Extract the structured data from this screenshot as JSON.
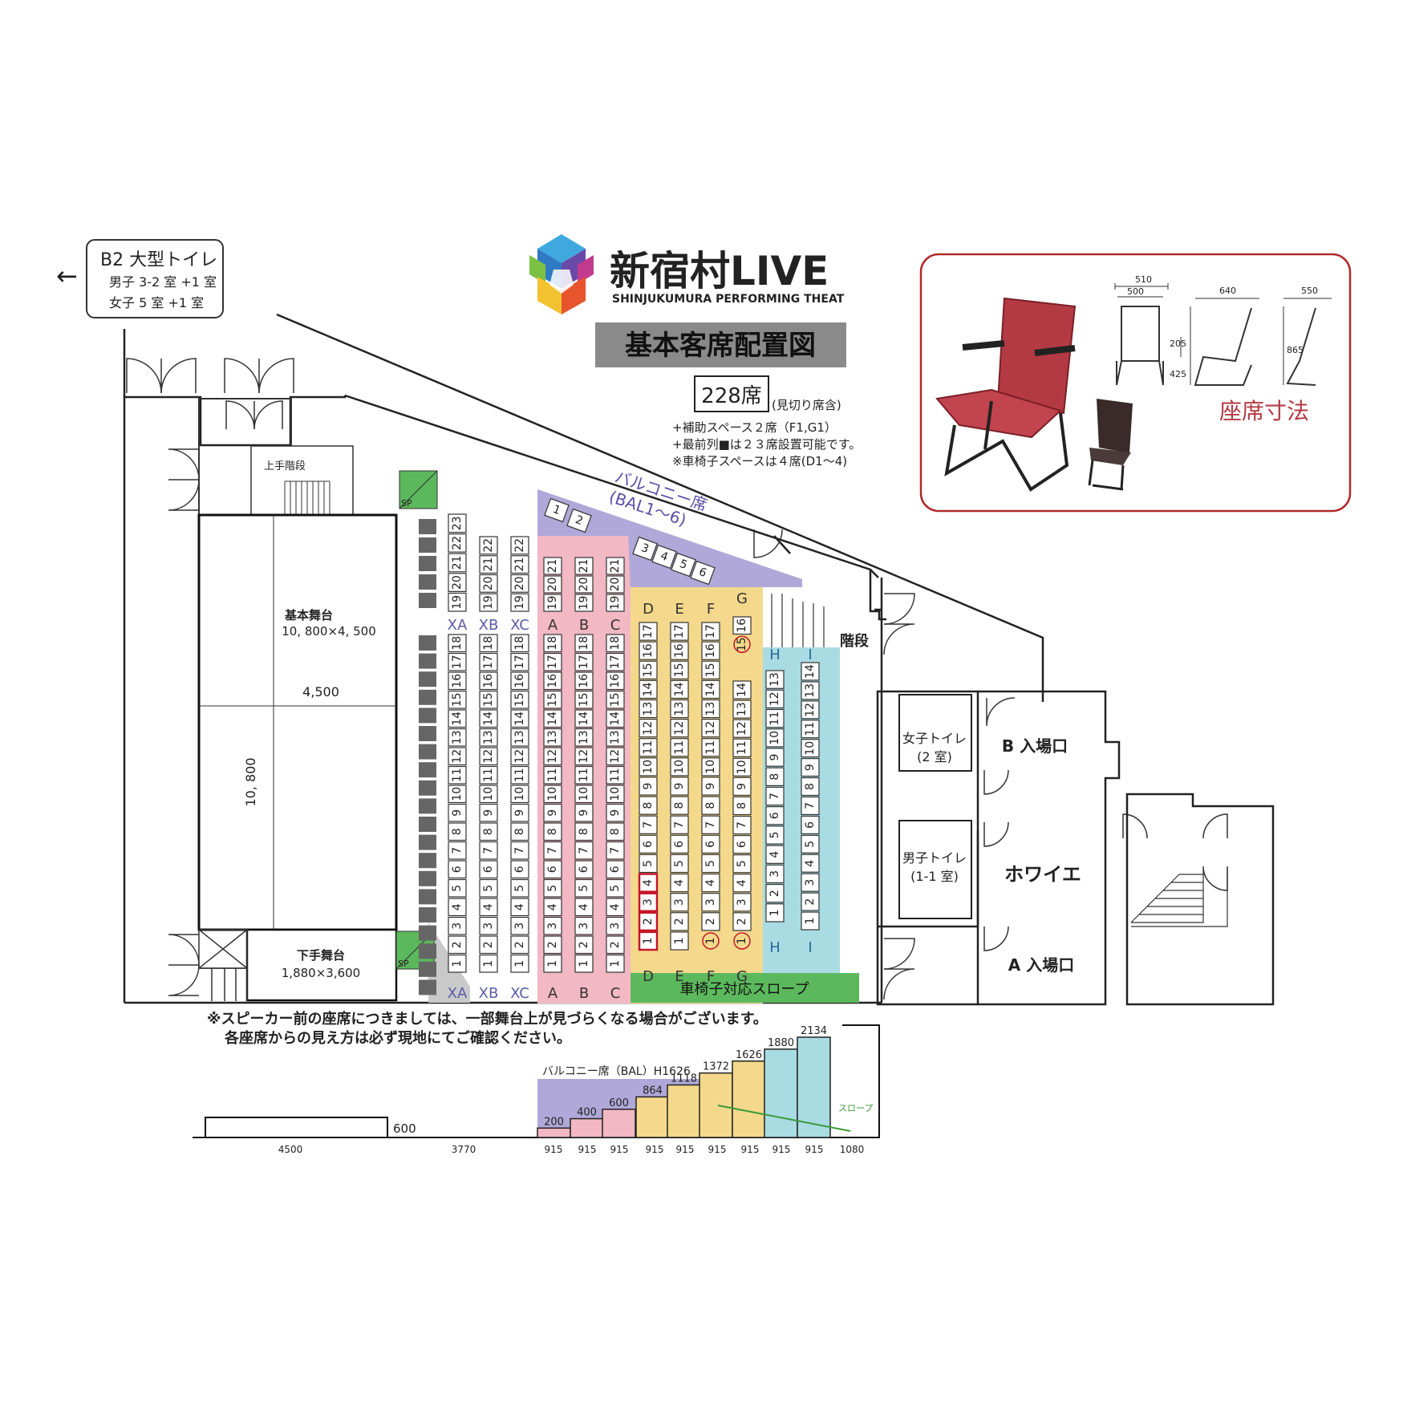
{
  "colors": {
    "pink": "#f2b8c4",
    "yellow": "#f4d98c",
    "cyan": "#a9dbe3",
    "purple": "#b0a8d8",
    "green": "#5cb85c",
    "gray_block": "#666666",
    "frame_red": "#b02a2a",
    "seat_red": "#b33a43",
    "highlight_red": "#c4162a"
  },
  "logo": {
    "name": "新宿村LIVE",
    "subtitle": "SHINJUKUMURA PERFORMING THEAT"
  },
  "banner_title": "基本客席配置図",
  "capacity": {
    "count": "228席",
    "note": "(見切り席含)",
    "lines": [
      "+補助スペース２席（F1,G1）",
      "+最前列■は２３席設置可能です。",
      "※車椅子スペースは４席(D1～4)"
    ]
  },
  "toilet_sign": {
    "arrow": "←",
    "title": "B2 大型トイレ",
    "men": "男子 3-2 室 +1 室",
    "women": "女子 5 室 +1 室"
  },
  "seat_panel": {
    "label": "座席寸法",
    "dims": [
      "510",
      "500",
      "640",
      "550",
      "865",
      "425",
      "205"
    ]
  },
  "stage": {
    "main_name": "基本舞台",
    "main_size": "10, 800×4, 500",
    "width_dim": "4,500",
    "depth_dim": "10, 800",
    "side_name": "下手舞台",
    "side_size": "1,880×3,600",
    "upper_stairs": "上手階段"
  },
  "rooms": {
    "stairs": "階段",
    "balcony_line1": "バルコニー席",
    "balcony_line2": "(BAL1～6)",
    "womens_line1": "女子トイレ",
    "womens_line2": "(2 室)",
    "mens_line1": "男子トイレ",
    "mens_line2": "(1-1 室)",
    "entrance_b": "B 入場口",
    "entrance_a": "A 入場口",
    "foyer": "ホワイエ",
    "slope": "車椅子対応スロープ",
    "sp_top": "SP",
    "sp_bottom": "SP"
  },
  "seating": {
    "balcony": [
      "1",
      "2",
      "3",
      "4",
      "5",
      "6"
    ],
    "rows": [
      {
        "label": "XA",
        "zone": "white",
        "front": [
          "1",
          "2",
          "3",
          "4",
          "5",
          "6",
          "7",
          "8",
          "9",
          "10",
          "11",
          "12",
          "13",
          "14",
          "15",
          "16",
          "17",
          "18"
        ],
        "back": [
          "19",
          "20",
          "21",
          "22",
          "23"
        ]
      },
      {
        "label": "XB",
        "zone": "white",
        "front": [
          "1",
          "2",
          "3",
          "4",
          "5",
          "6",
          "7",
          "8",
          "9",
          "10",
          "11",
          "12",
          "13",
          "14",
          "15",
          "16",
          "17",
          "18"
        ],
        "back": [
          "19",
          "20",
          "21",
          "22"
        ]
      },
      {
        "label": "XC",
        "zone": "white",
        "front": [
          "1",
          "2",
          "3",
          "4",
          "5",
          "6",
          "7",
          "8",
          "9",
          "10",
          "11",
          "12",
          "13",
          "14",
          "15",
          "16",
          "17",
          "18"
        ],
        "back": [
          "19",
          "20",
          "21",
          "22"
        ]
      },
      {
        "label": "A",
        "zone": "pink",
        "front": [
          "1",
          "2",
          "3",
          "4",
          "5",
          "6",
          "7",
          "8",
          "9",
          "10",
          "11",
          "12",
          "13",
          "14",
          "15",
          "16",
          "17",
          "18"
        ],
        "back": [
          "19",
          "20",
          "21"
        ]
      },
      {
        "label": "B",
        "zone": "pink",
        "front": [
          "1",
          "2",
          "3",
          "4",
          "5",
          "6",
          "7",
          "8",
          "9",
          "10",
          "11",
          "12",
          "13",
          "14",
          "15",
          "16",
          "17",
          "18"
        ],
        "back": [
          "19",
          "20",
          "21"
        ]
      },
      {
        "label": "C",
        "zone": "pink",
        "front": [
          "1",
          "2",
          "3",
          "4",
          "5",
          "6",
          "7",
          "8",
          "9",
          "10",
          "11",
          "12",
          "13",
          "14",
          "15",
          "16",
          "17",
          "18"
        ],
        "back": [
          "19",
          "20",
          "21"
        ]
      },
      {
        "label": "D",
        "zone": "yellow",
        "front": [
          "1",
          "2",
          "3",
          "4",
          "5",
          "6",
          "7",
          "8",
          "9",
          "10",
          "11",
          "12",
          "13",
          "14",
          "15",
          "16",
          "17"
        ],
        "back": []
      },
      {
        "label": "E",
        "zone": "yellow",
        "front": [
          "1",
          "2",
          "3",
          "4",
          "5",
          "6",
          "7",
          "8",
          "9",
          "10",
          "11",
          "12",
          "13",
          "14",
          "15",
          "16",
          "17"
        ],
        "back": []
      },
      {
        "label": "F",
        "zone": "yellow",
        "front": [
          "1",
          "2",
          "3",
          "4",
          "5",
          "6",
          "7",
          "8",
          "9",
          "10",
          "11",
          "12",
          "13",
          "14",
          "15",
          "16",
          "17"
        ],
        "back": []
      },
      {
        "label": "G",
        "zone": "yellow",
        "front": [
          "1",
          "2",
          "3",
          "4",
          "5",
          "6",
          "7",
          "8",
          "9",
          "10",
          "11",
          "12",
          "13",
          "14"
        ],
        "back": [
          "15",
          "16"
        ]
      },
      {
        "label": "H",
        "zone": "cyan",
        "front": [
          "1",
          "2",
          "3",
          "4",
          "5",
          "6",
          "7",
          "8",
          "9",
          "10",
          "11",
          "12",
          "13"
        ],
        "back": []
      },
      {
        "label": "I",
        "zone": "cyan",
        "front": [
          "1",
          "2",
          "3",
          "4",
          "5",
          "6",
          "7",
          "8",
          "9",
          "10",
          "11",
          "12",
          "13",
          "14"
        ],
        "back": []
      }
    ]
  },
  "notes": [
    "※スピーカー前の座席につきましては、一部舞台上が見づらくなる場合がございます。",
    "各座席からの見え方は必ず現地にてご確認ください。"
  ],
  "section": {
    "balcony_label": "バルコニー席（BAL）H1626",
    "stage_height": "600",
    "slope_label": "スロープ",
    "heights": [
      "200",
      "400",
      "600",
      "864",
      "1118",
      "1372",
      "1626",
      "1880",
      "2134"
    ],
    "widths": [
      "4500",
      "3770",
      "915",
      "915",
      "915",
      "915",
      "915",
      "915",
      "915",
      "915",
      "915",
      "1080"
    ]
  }
}
